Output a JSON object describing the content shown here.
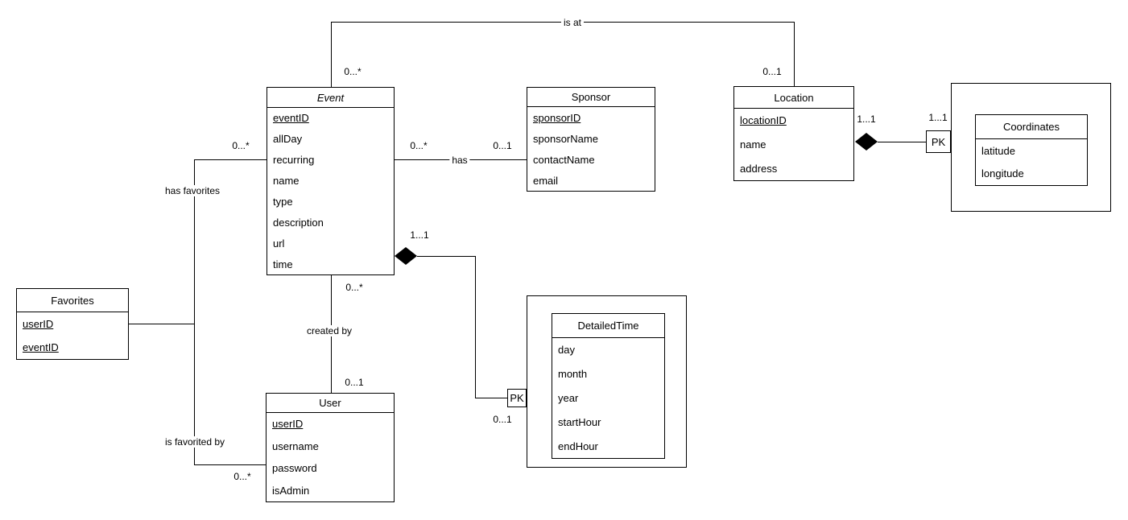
{
  "entities": {
    "event": {
      "title": "Event",
      "attributes": [
        "eventID",
        "allDay",
        "recurring",
        "name",
        "type",
        "description",
        "url",
        "time"
      ]
    },
    "sponsor": {
      "title": "Sponsor",
      "attributes": [
        "sponsorID",
        "sponsorName",
        "contactName",
        "email"
      ]
    },
    "location": {
      "title": "Location",
      "attributes": [
        "locationID",
        "name",
        "address"
      ]
    },
    "coordinates": {
      "title": "Coordinates",
      "attributes": [
        "latitude",
        "longitude"
      ]
    },
    "detailed_time": {
      "title": "DetailedTime",
      "attributes": [
        "day",
        "month",
        "year",
        "startHour",
        "endHour"
      ]
    },
    "favorites": {
      "title": "Favorites",
      "attributes": [
        "userID",
        "eventID"
      ]
    },
    "user": {
      "title": "User",
      "attributes": [
        "userID",
        "username",
        "password",
        "isAdmin"
      ]
    }
  },
  "relationships": {
    "is_at": {
      "label": "is at",
      "event_mult": "0...*",
      "location_mult": "0...1"
    },
    "has": {
      "label": "has",
      "event_mult": "0...*",
      "sponsor_mult": "0...1"
    },
    "has_favorites": {
      "label": "has favorites",
      "event_mult": "0...*"
    },
    "is_favorited_by": {
      "label": "is favorited by",
      "user_mult": "0...*"
    },
    "created_by": {
      "label": "created by",
      "event_mult": "0...*",
      "user_mult": "0...1"
    },
    "event_detailedtime": {
      "event_mult": "1...1",
      "detailedtime_mult": "0...1",
      "pk": "PK"
    },
    "location_coordinates": {
      "location_mult": "1...1",
      "coordinates_mult": "1...1",
      "pk": "PK"
    }
  },
  "colors": {
    "line": "#000000",
    "text": "#000000",
    "background": "#ffffff"
  }
}
